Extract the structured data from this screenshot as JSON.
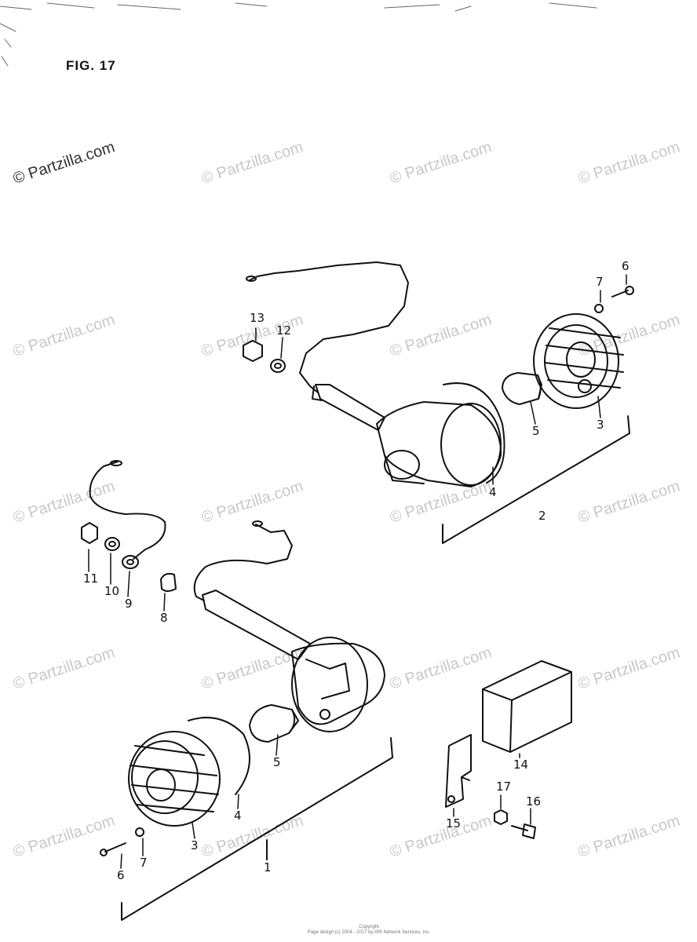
{
  "figure": {
    "title": "FIG. 17"
  },
  "watermark": {
    "text": "© Partzilla.com"
  },
  "callouts": {
    "upper": {
      "c13": "13",
      "c12": "12",
      "c7": "7",
      "c6": "6",
      "c5": "5",
      "c3": "3",
      "c4": "4",
      "c2": "2"
    },
    "left": {
      "c11": "11",
      "c10": "10",
      "c9": "9",
      "c8": "8"
    },
    "lower": {
      "c5": "5",
      "c4": "4",
      "c3": "3",
      "c7": "7",
      "c6": "6",
      "c1": "1"
    },
    "relay": {
      "c14": "14",
      "c17": "17",
      "c16": "16",
      "c15": "15"
    }
  },
  "footer": {
    "line1": "Copyright",
    "line2": "Page design (c) 2004 - 2017 by ARI Network Services, Inc."
  },
  "colors": {
    "ink": "#111111",
    "watermark": "#c8c8c8",
    "background": "#ffffff"
  }
}
